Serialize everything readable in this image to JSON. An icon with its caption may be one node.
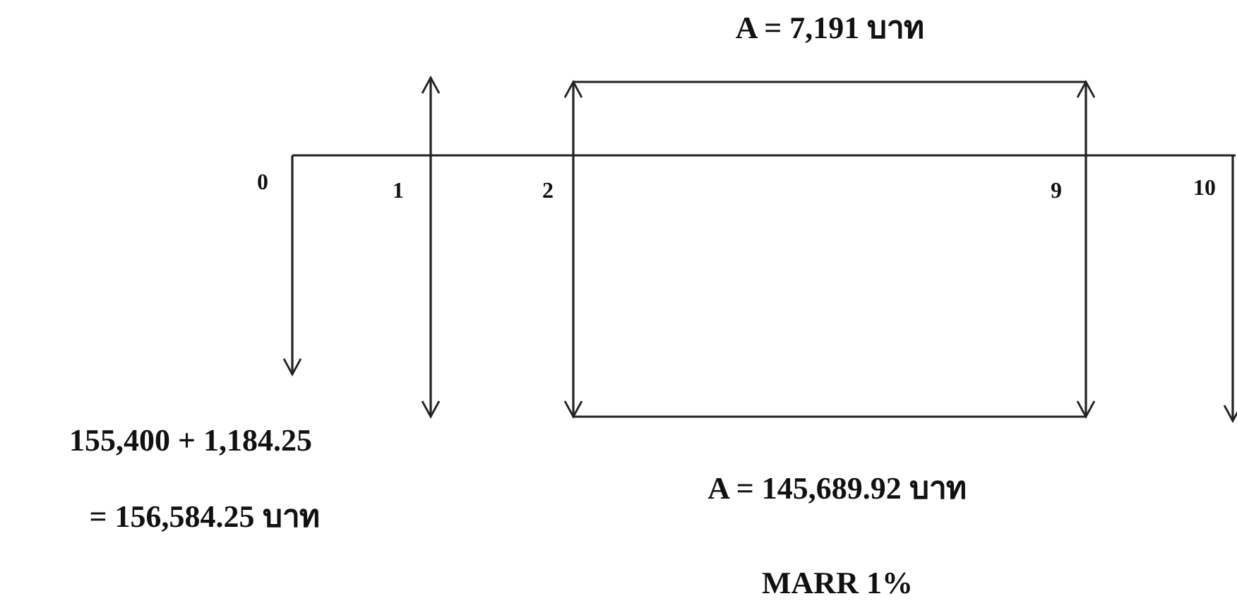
{
  "diagram": {
    "labels": [
      "A = 7,191 บาท",
      "0",
      "1",
      "2",
      "9",
      "10",
      "155,400 + 1,184.25",
      "= 156,584.25 บาท",
      "A = 145,689.92 บาท",
      "MARR 1%"
    ]
  }
}
